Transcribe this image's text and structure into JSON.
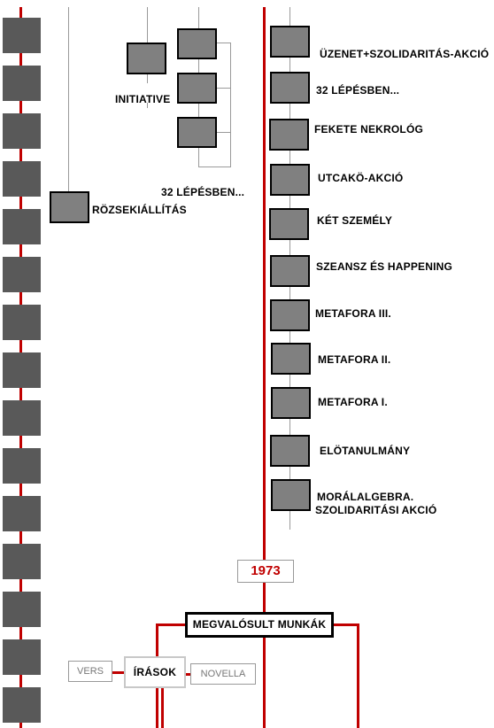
{
  "year": "1973",
  "realized_works": "MEGVALÓSULT MUNKÁK",
  "writings": {
    "label": "ÍRÁSOK",
    "verse": "VERS",
    "short_story": "NOVELLA"
  },
  "left_branch": {
    "initiative": "INITIATIVE",
    "steps": "32 LÉPÉSBEN...",
    "rose_exhibition": "RÖZSEKIÁLLÍTÁS"
  },
  "works": [
    {
      "label": "ÜZENET+SZOLIDARITÁS-AKCIÓ"
    },
    {
      "label": "32 LÉPÉSBEN..."
    },
    {
      "label": "FEKETE NEKROLÓG"
    },
    {
      "label": "UTCAKÖ-AKCIÓ"
    },
    {
      "label": "KÉT SZEMÉLY"
    },
    {
      "label": "SZEANSZ ÉS HAPPENING"
    },
    {
      "label": "METAFORA III."
    },
    {
      "label": "METAFORA II."
    },
    {
      "label": "METAFORA I."
    },
    {
      "label": "ELÖTANULMÁNY"
    },
    {
      "label": "MORÁLALGEBRA."
    },
    {
      "label": "SZOLIDARITÁSI AKCIÓ"
    }
  ],
  "colors": {
    "timeline_red": "#c00000",
    "box_gray": "#808080",
    "film_strip": "#595959",
    "connector_gray": "#9a9a9a"
  }
}
